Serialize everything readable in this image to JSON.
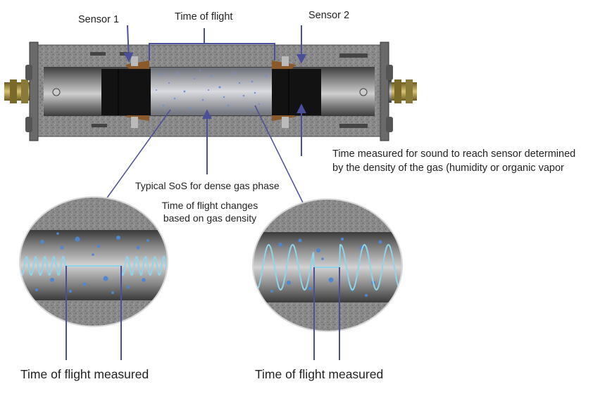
{
  "labels": {
    "sensor1": "Sensor 1",
    "sensor2": "Sensor 2",
    "time_of_flight": "Time of flight",
    "time_measured_line1": "Time measured for sound to reach sensor determined",
    "time_measured_line2": "by the density of the gas (humidity or organic vapor",
    "typical_sos": "Typical SoS for dense gas phase",
    "tof_changes_line1": "Time of flight changes",
    "tof_changes_line2": "based on gas density",
    "tof_measured_left": "Time of flight measured",
    "tof_measured_right": "Time of flight measured"
  },
  "colors": {
    "arrow": "#4a4f9c",
    "bracket": "#4a4f9c",
    "sensor": "#121212",
    "housing": "#7b7b7b",
    "wave": "#8fd4ea",
    "bubble": "#5a8ed0"
  }
}
